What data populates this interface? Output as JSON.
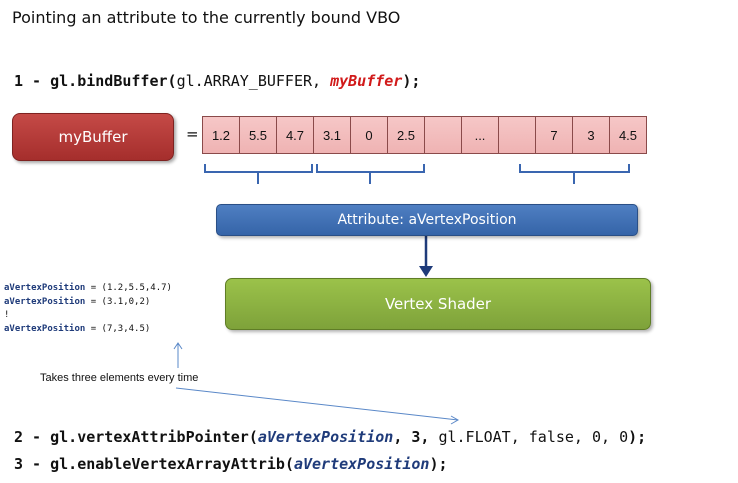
{
  "title": "Pointing an attribute to the currently bound VBO",
  "code1": {
    "prefix": "1 - ",
    "func": "gl.bindBuffer",
    "open": "(",
    "arg1": "gl.ARRAY_BUFFER, ",
    "arg2": "myBuffer",
    "close": ");"
  },
  "buffer": {
    "label": "myBuffer",
    "equals": "=",
    "cells": [
      "1.2",
      "5.5",
      "4.7",
      "3.1",
      "0",
      "2.5",
      "",
      "...",
      "",
      "7",
      "3",
      "4.5"
    ]
  },
  "attribute_label": "Attribute: aVertexPosition",
  "vertex_shader_label": "Vertex Shader",
  "assignments": [
    {
      "name": "aVertexPosition",
      "value": " = (1.2,5.5,4.7)"
    },
    {
      "name": "aVertexPosition",
      "value": " = (3.1,0,2)"
    },
    {
      "name": "",
      "value": "!"
    },
    {
      "name": "aVertexPosition",
      "value": " = (7,3,4.5)"
    }
  ],
  "annotation": "Takes three elements every time",
  "code2": {
    "prefix": "2 - ",
    "func": "gl.vertexAttribPointer",
    "open": "(",
    "arg1": "aVertexPosition",
    "arg2": ", 3, ",
    "arg3": "gl.FLOAT, false, 0, 0",
    "close": ");"
  },
  "code3": {
    "prefix": "3 - ",
    "func": "gl.enableVertexArrayAttrib",
    "open": "(",
    "arg1": "aVertexPosition",
    "close": ");"
  }
}
